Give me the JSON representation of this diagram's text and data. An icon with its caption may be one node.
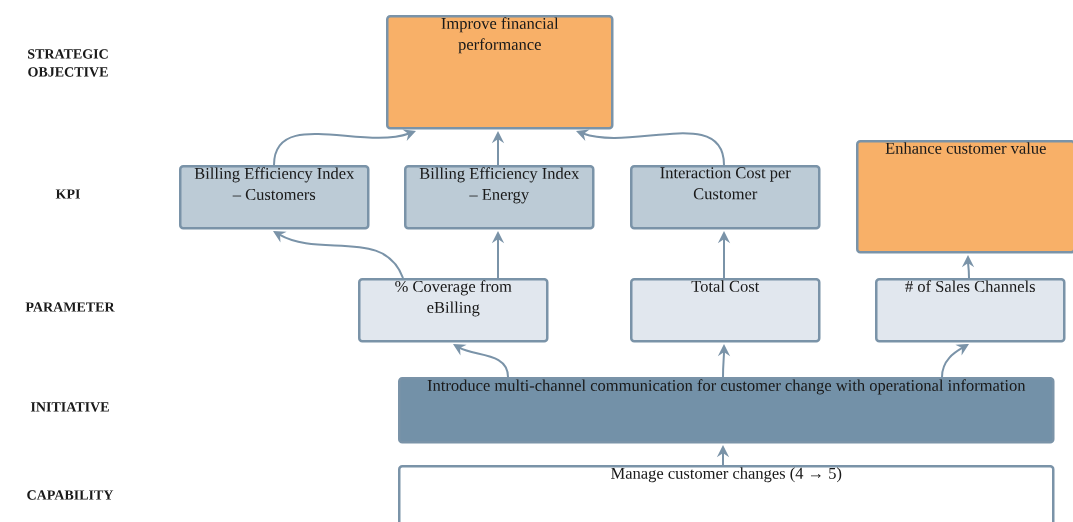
{
  "diagram": {
    "nodes": [
      {
        "text": [
          "Improve financial performance"
        ]
      },
      {
        "text": [
          "Billing Efficiency Index – Customers"
        ]
      },
      {
        "text": [
          "Billing Efficiency Index – Energy"
        ]
      },
      {
        "text": [
          "Interaction Cost per Customer"
        ]
      },
      {
        "text": [
          "Enhance customer value"
        ]
      },
      {
        "text": [
          "% Coverage from eBilling"
        ]
      },
      {
        "text": [
          "Total Cost"
        ]
      },
      {
        "text": [
          "# of Sales Channels"
        ]
      },
      {
        "text": [
          "Introduce multi-channel communication for customer change with operational information"
        ]
      },
      {
        "text": [
          "Manage customer changes (4 → 5)"
        ]
      }
    ],
    "edges": [
      {
        "from": 1,
        "to": 0,
        "arrow": "to"
      },
      {
        "from": 2,
        "to": 0,
        "arrow": "to"
      },
      {
        "from": 3,
        "to": 0,
        "arrow": "to"
      },
      {
        "from": 5,
        "to": 1,
        "arrow": "to"
      },
      {
        "from": 5,
        "to": 2,
        "arrow": "to"
      },
      {
        "from": 6,
        "to": 3,
        "arrow": "to"
      },
      {
        "from": 7,
        "to": 4,
        "arrow": "to"
      },
      {
        "from": 8,
        "to": 5,
        "arrow": "to"
      },
      {
        "from": 8,
        "to": 6,
        "arrow": "to"
      },
      {
        "from": 8,
        "to": 7,
        "arrow": "to"
      },
      {
        "from": 9,
        "to": 8,
        "arrow": "to"
      }
    ],
    "labels": [
      "STRATEGIC OBJECTIVE",
      "KPI",
      "PARAMETER",
      "INITIATIVE",
      "CAPABILITY"
    ]
  }
}
